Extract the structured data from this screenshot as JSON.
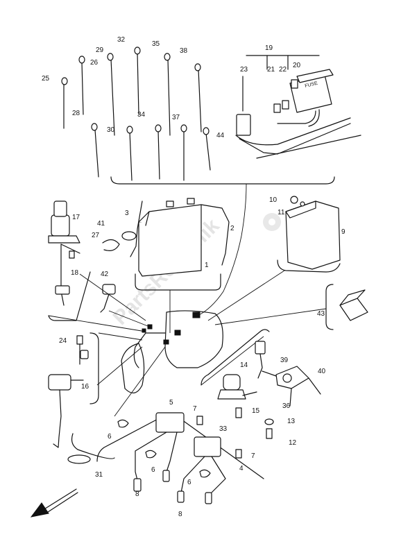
{
  "diagram": {
    "type": "exploded parts diagram",
    "subject": "motorcycle electrical components",
    "watermark": "PartsRepublik",
    "fuse_label": "FUSE",
    "callouts": {
      "c1": "1",
      "c2": "2",
      "c3": "3",
      "c4": "4",
      "c5": "5",
      "c6a": "6",
      "c6b": "6",
      "c6c": "6",
      "c7a": "7",
      "c7b": "7",
      "c8a": "8",
      "c8b": "8",
      "c9": "9",
      "c10": "10",
      "c11": "11",
      "c12": "12",
      "c13": "13",
      "c14": "14",
      "c15": "15",
      "c16": "16",
      "c17": "17",
      "c18": "18",
      "c19": "19",
      "c20": "20",
      "c21": "21",
      "c22": "22",
      "c23": "23",
      "c24": "24",
      "c25": "25",
      "c26": "26",
      "c27": "27",
      "c28": "28",
      "c29": "29",
      "c30": "30",
      "c31": "31",
      "c32": "32",
      "c33": "33",
      "c34": "34",
      "c35": "35",
      "c36": "36",
      "c37": "37",
      "c38": "38",
      "c39": "39",
      "c40": "40",
      "c41": "41",
      "c42": "42",
      "c43": "43",
      "c44": "44"
    }
  }
}
